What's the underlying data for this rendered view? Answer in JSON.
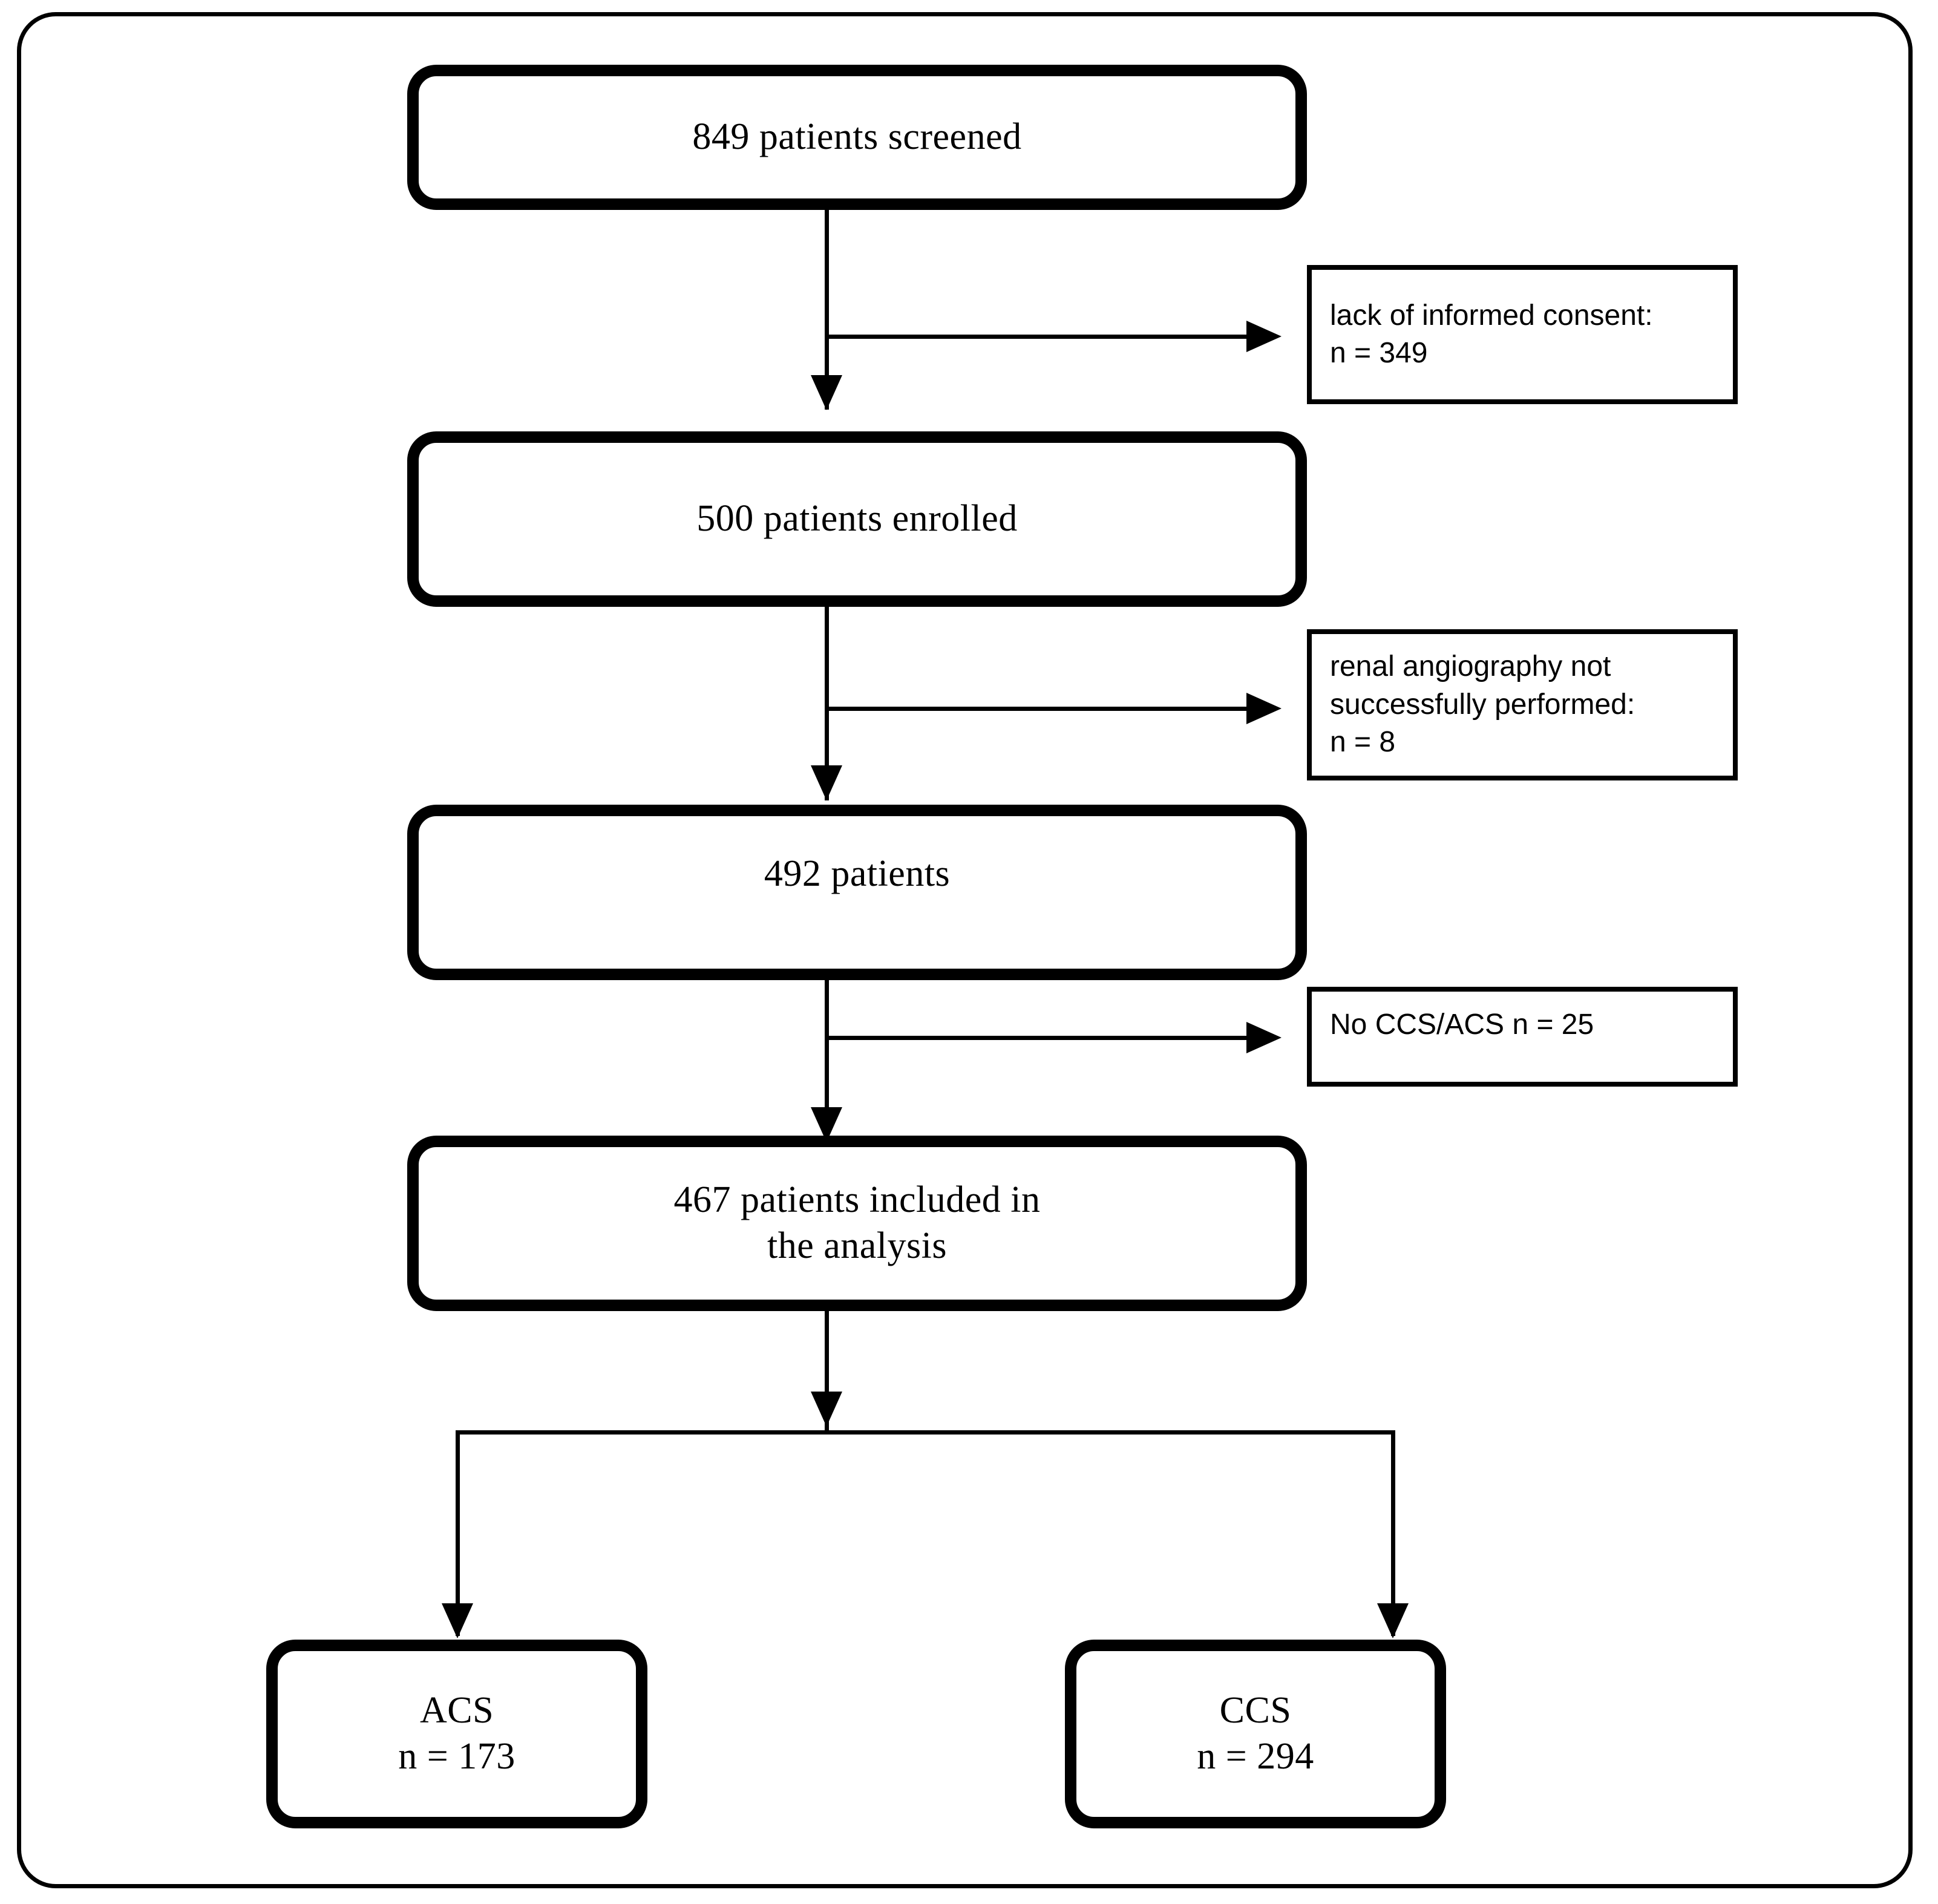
{
  "diagram": {
    "title": "Patient enrollment flow diagram",
    "type": "flowchart",
    "colors": {
      "line": "#000000",
      "background": "#ffffff",
      "text": "#000000"
    },
    "main_boxes": [
      {
        "id": "screened",
        "label": "849 patients screened"
      },
      {
        "id": "enrolled",
        "label": "500 patients enrolled"
      },
      {
        "id": "remaining",
        "label": "492 patients"
      },
      {
        "id": "included",
        "label": "467 patients included in\nthe analysis"
      }
    ],
    "exclusion_boxes": [
      {
        "id": "no-consent",
        "label": "lack of informed consent:\nn = 349"
      },
      {
        "id": "no-angiography",
        "label": "renal angiography not\nsuccessfully  performed:\nn = 8"
      },
      {
        "id": "no-ccs-acs",
        "label": "No CCS/ACS n = 25"
      }
    ],
    "outcome_boxes": [
      {
        "id": "acs",
        "label": "ACS\nn = 173"
      },
      {
        "id": "ccs",
        "label": "CCS\nn = 294"
      }
    ]
  }
}
